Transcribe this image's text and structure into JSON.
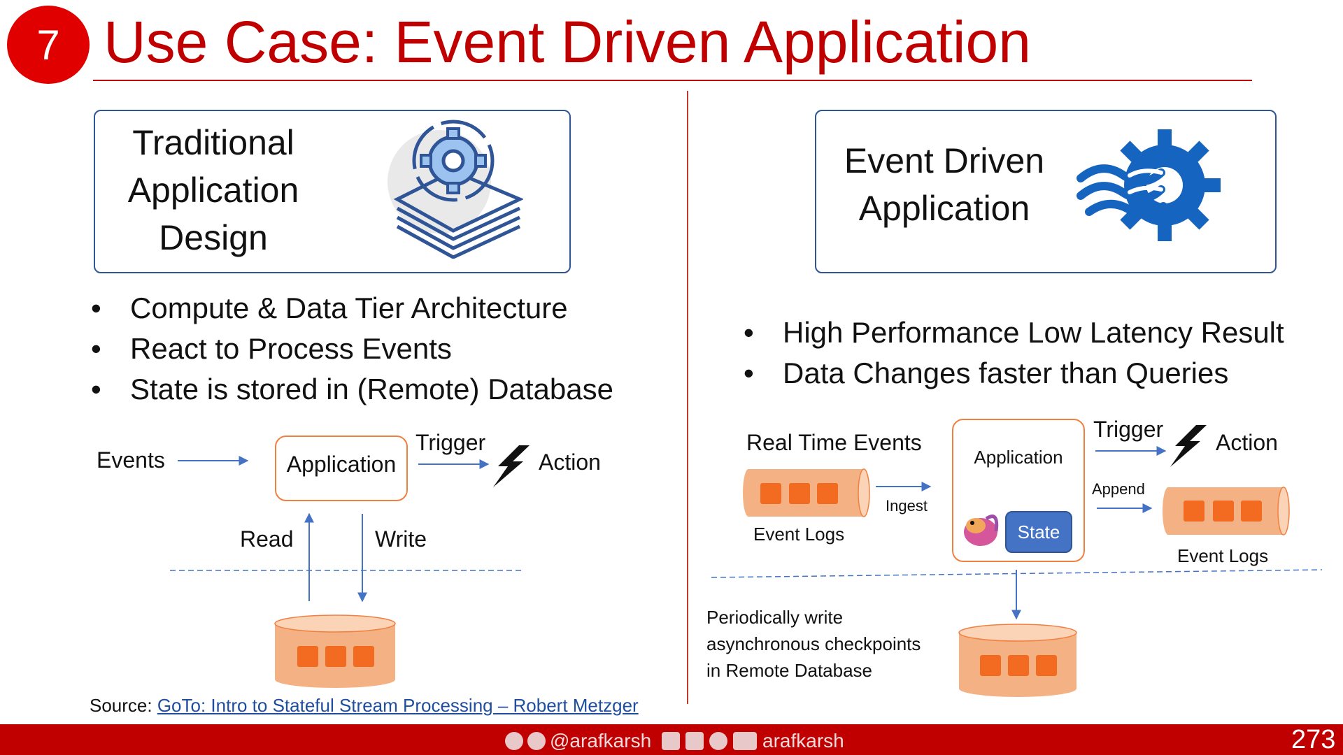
{
  "slide": {
    "number": "7",
    "title": "Use Case:  Event Driven Application",
    "page": "273"
  },
  "left": {
    "box_lines": [
      "Traditional",
      "Application",
      "Design"
    ],
    "bullets": [
      "Compute & Data Tier Architecture",
      "React to Process Events",
      "State is stored in (Remote) Database"
    ],
    "diagram": {
      "events": "Events",
      "application": "Application",
      "trigger": "Trigger",
      "action": "Action",
      "read": "Read",
      "write": "Write"
    }
  },
  "right": {
    "box_lines": [
      "Event Driven",
      "Application"
    ],
    "bullets": [
      "High Performance Low Latency Result",
      "Data Changes faster than Queries"
    ],
    "diagram": {
      "real_time_events": "Real Time Events",
      "event_logs_in": "Event Logs",
      "ingest": "Ingest",
      "application": "Application",
      "state": "State",
      "trigger": "Trigger",
      "action": "Action",
      "append": "Append",
      "event_logs_out": "Event Logs",
      "checkpoint_lines": [
        "Periodically write",
        "asynchronous checkpoints",
        "in Remote Database"
      ]
    }
  },
  "source": {
    "prefix": "Source: ",
    "link_text": "GoTo: Intro to Stateful Stream Processing – Robert Metzger"
  },
  "footer": {
    "handle_left": "@arafkarsh",
    "handle_right": "arafkarsh"
  },
  "colors": {
    "accent_red": "#c00000",
    "box_blue": "#2f5597",
    "arrow_blue": "#4472c4",
    "orange_fill": "#f4b183",
    "orange_dark": "#f26b21"
  }
}
